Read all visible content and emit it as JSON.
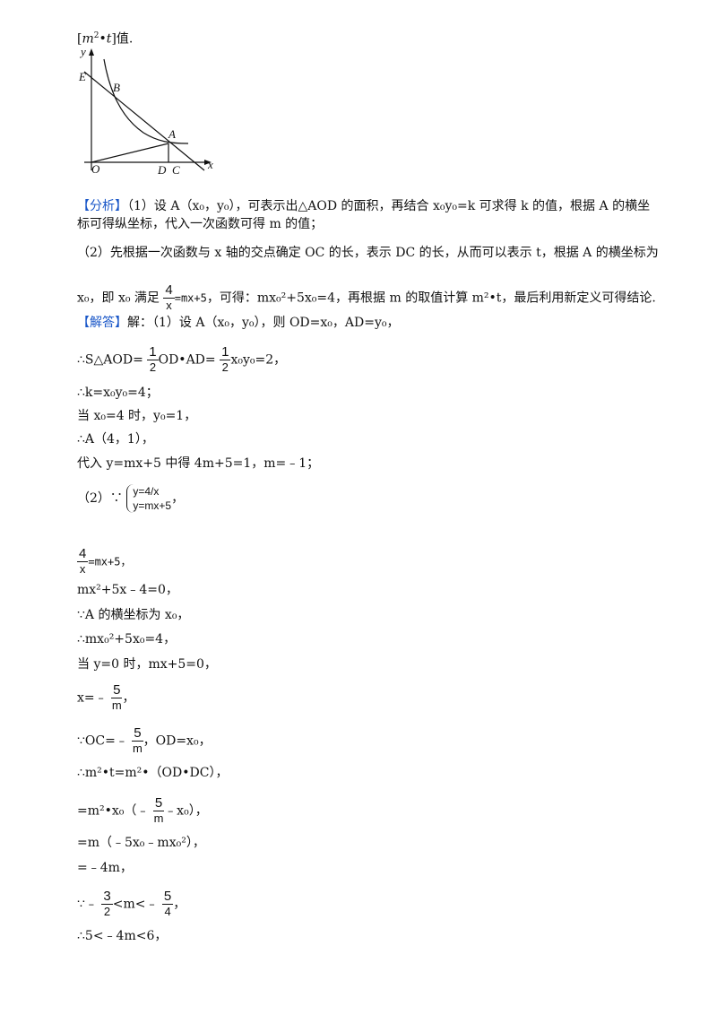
{
  "top_line": {
    "open": "[",
    "m": "m",
    "exp": "2",
    "dot": "•",
    "t": "t",
    "close": "]值."
  },
  "figure": {
    "labels": {
      "y": "y",
      "E": "E",
      "B": "B",
      "A": "A",
      "O": "O",
      "D": "D",
      "C": "C",
      "x": "x"
    }
  },
  "fenxi": {
    "tag": "【分析】",
    "p1": "（1）设 A（x₀，y₀），可表示出△AOD 的面积，再结合 x₀y₀=k 可求得 k 的值，根据 A 的横坐标可得纵坐标，代入一次函数可得 m 的值；",
    "p2": "（2）先根据一次函数与 x 轴的交点确定 OC 的长，表示 DC 的长，从而可以表示 t，根据 A 的横坐标为",
    "p3_a": "x₀，即 x₀ 满足",
    "p3_frac_n": "4",
    "p3_frac_d": "x",
    "p3_eq": "=mx+5",
    "p3_b": "，可得：mx₀²+5x₀=4，再根据 m 的取值计算 m²•t，最后利用新定义可得结论."
  },
  "jieda": {
    "tag": "【解答】",
    "l1": "解：（1）设 A（x₀，y₀），则 OD=x₀，AD=y₀，",
    "l2_pre": "∴S△AOD=",
    "l2_f1n": "1",
    "l2_f1d": "2",
    "l2_mid": "OD•AD=",
    "l2_f2n": "1",
    "l2_f2d": "2",
    "l2_tail": "x₀y₀=2，",
    "l3": "∴k=x₀y₀=4；",
    "l4": "当 x₀=4 时，y₀=1，",
    "l5": "∴A（4，1），",
    "l6": "代入 y=mx+5 中得 4m+5=1，m=﹣1；",
    "l7_pre": "（2）∵",
    "l7_sys1": "y=4/x",
    "l7_sys2": "y=mx+5",
    "l7_post": "，",
    "l8_n": "4",
    "l8_d": "x",
    "l8_tail": "=mx+5，",
    "l9": "mx²+5x﹣4=0，",
    "l10": "∵A 的横坐标为 x₀，",
    "l11": "∴mx₀²+5x₀=4，",
    "l12": "当 y=0 时，mx+5=0，",
    "l13_pre": "x=﹣",
    "l13_n": "5",
    "l13_d": "m",
    "l13_post": "，",
    "l14_pre": "∵OC=﹣",
    "l14_n": "5",
    "l14_d": "m",
    "l14_post": "，OD=x₀，",
    "l15": "∴m²•t=m²•（OD•DC），",
    "l16_pre": "=m²•x₀（﹣",
    "l16_n": "5",
    "l16_d": "m",
    "l16_post": "﹣x₀），",
    "l17": "=m（﹣5x₀﹣mx₀²），",
    "l18": "=﹣4m，",
    "l19_pre": "∵﹣",
    "l19_n1": "3",
    "l19_d1": "2",
    "l19_mid": "<m<﹣",
    "l19_n2": "5",
    "l19_d2": "4",
    "l19_post": "，",
    "l20": "∴5<﹣4m<6，"
  }
}
